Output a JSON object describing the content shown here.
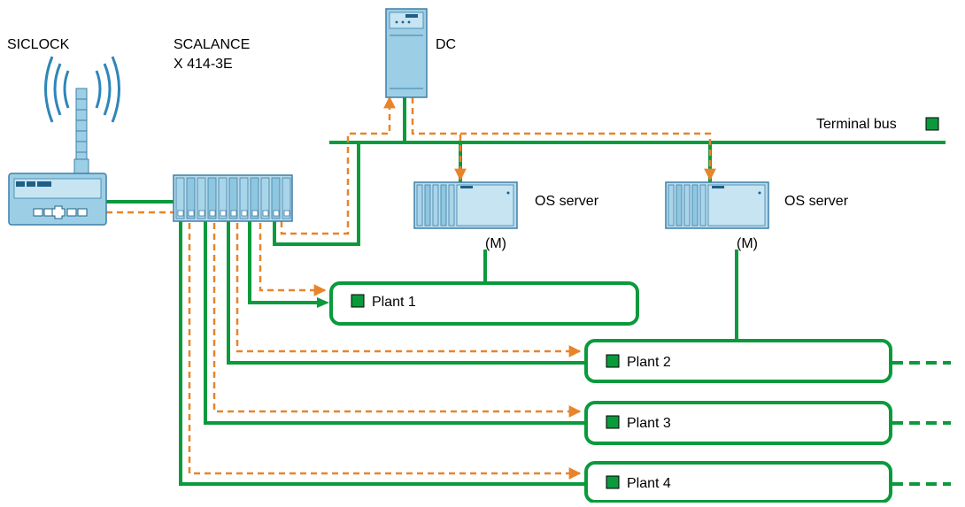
{
  "devices": {
    "clock": {
      "name": "SICLOCK"
    },
    "switch": {
      "name_line1": "SCALANCE",
      "name_line2": "X 414-3E"
    },
    "dc": {
      "name": "DC"
    },
    "os_server_left": {
      "name": "OS server",
      "role": "(M)"
    },
    "os_server_right": {
      "name": "OS server",
      "role": "(M)"
    }
  },
  "bus": {
    "label": "Terminal bus"
  },
  "plants": [
    {
      "label": "Plant 1"
    },
    {
      "label": "Plant 2"
    },
    {
      "label": "Plant 3"
    },
    {
      "label": "Plant 4"
    }
  ],
  "colors": {
    "network_green": "#0a9a3c",
    "time_sync_orange": "#e8842a",
    "device_blue": "#9ccfe6",
    "device_outline": "#3f7fa6",
    "legend_square": "#0a9a3c"
  }
}
